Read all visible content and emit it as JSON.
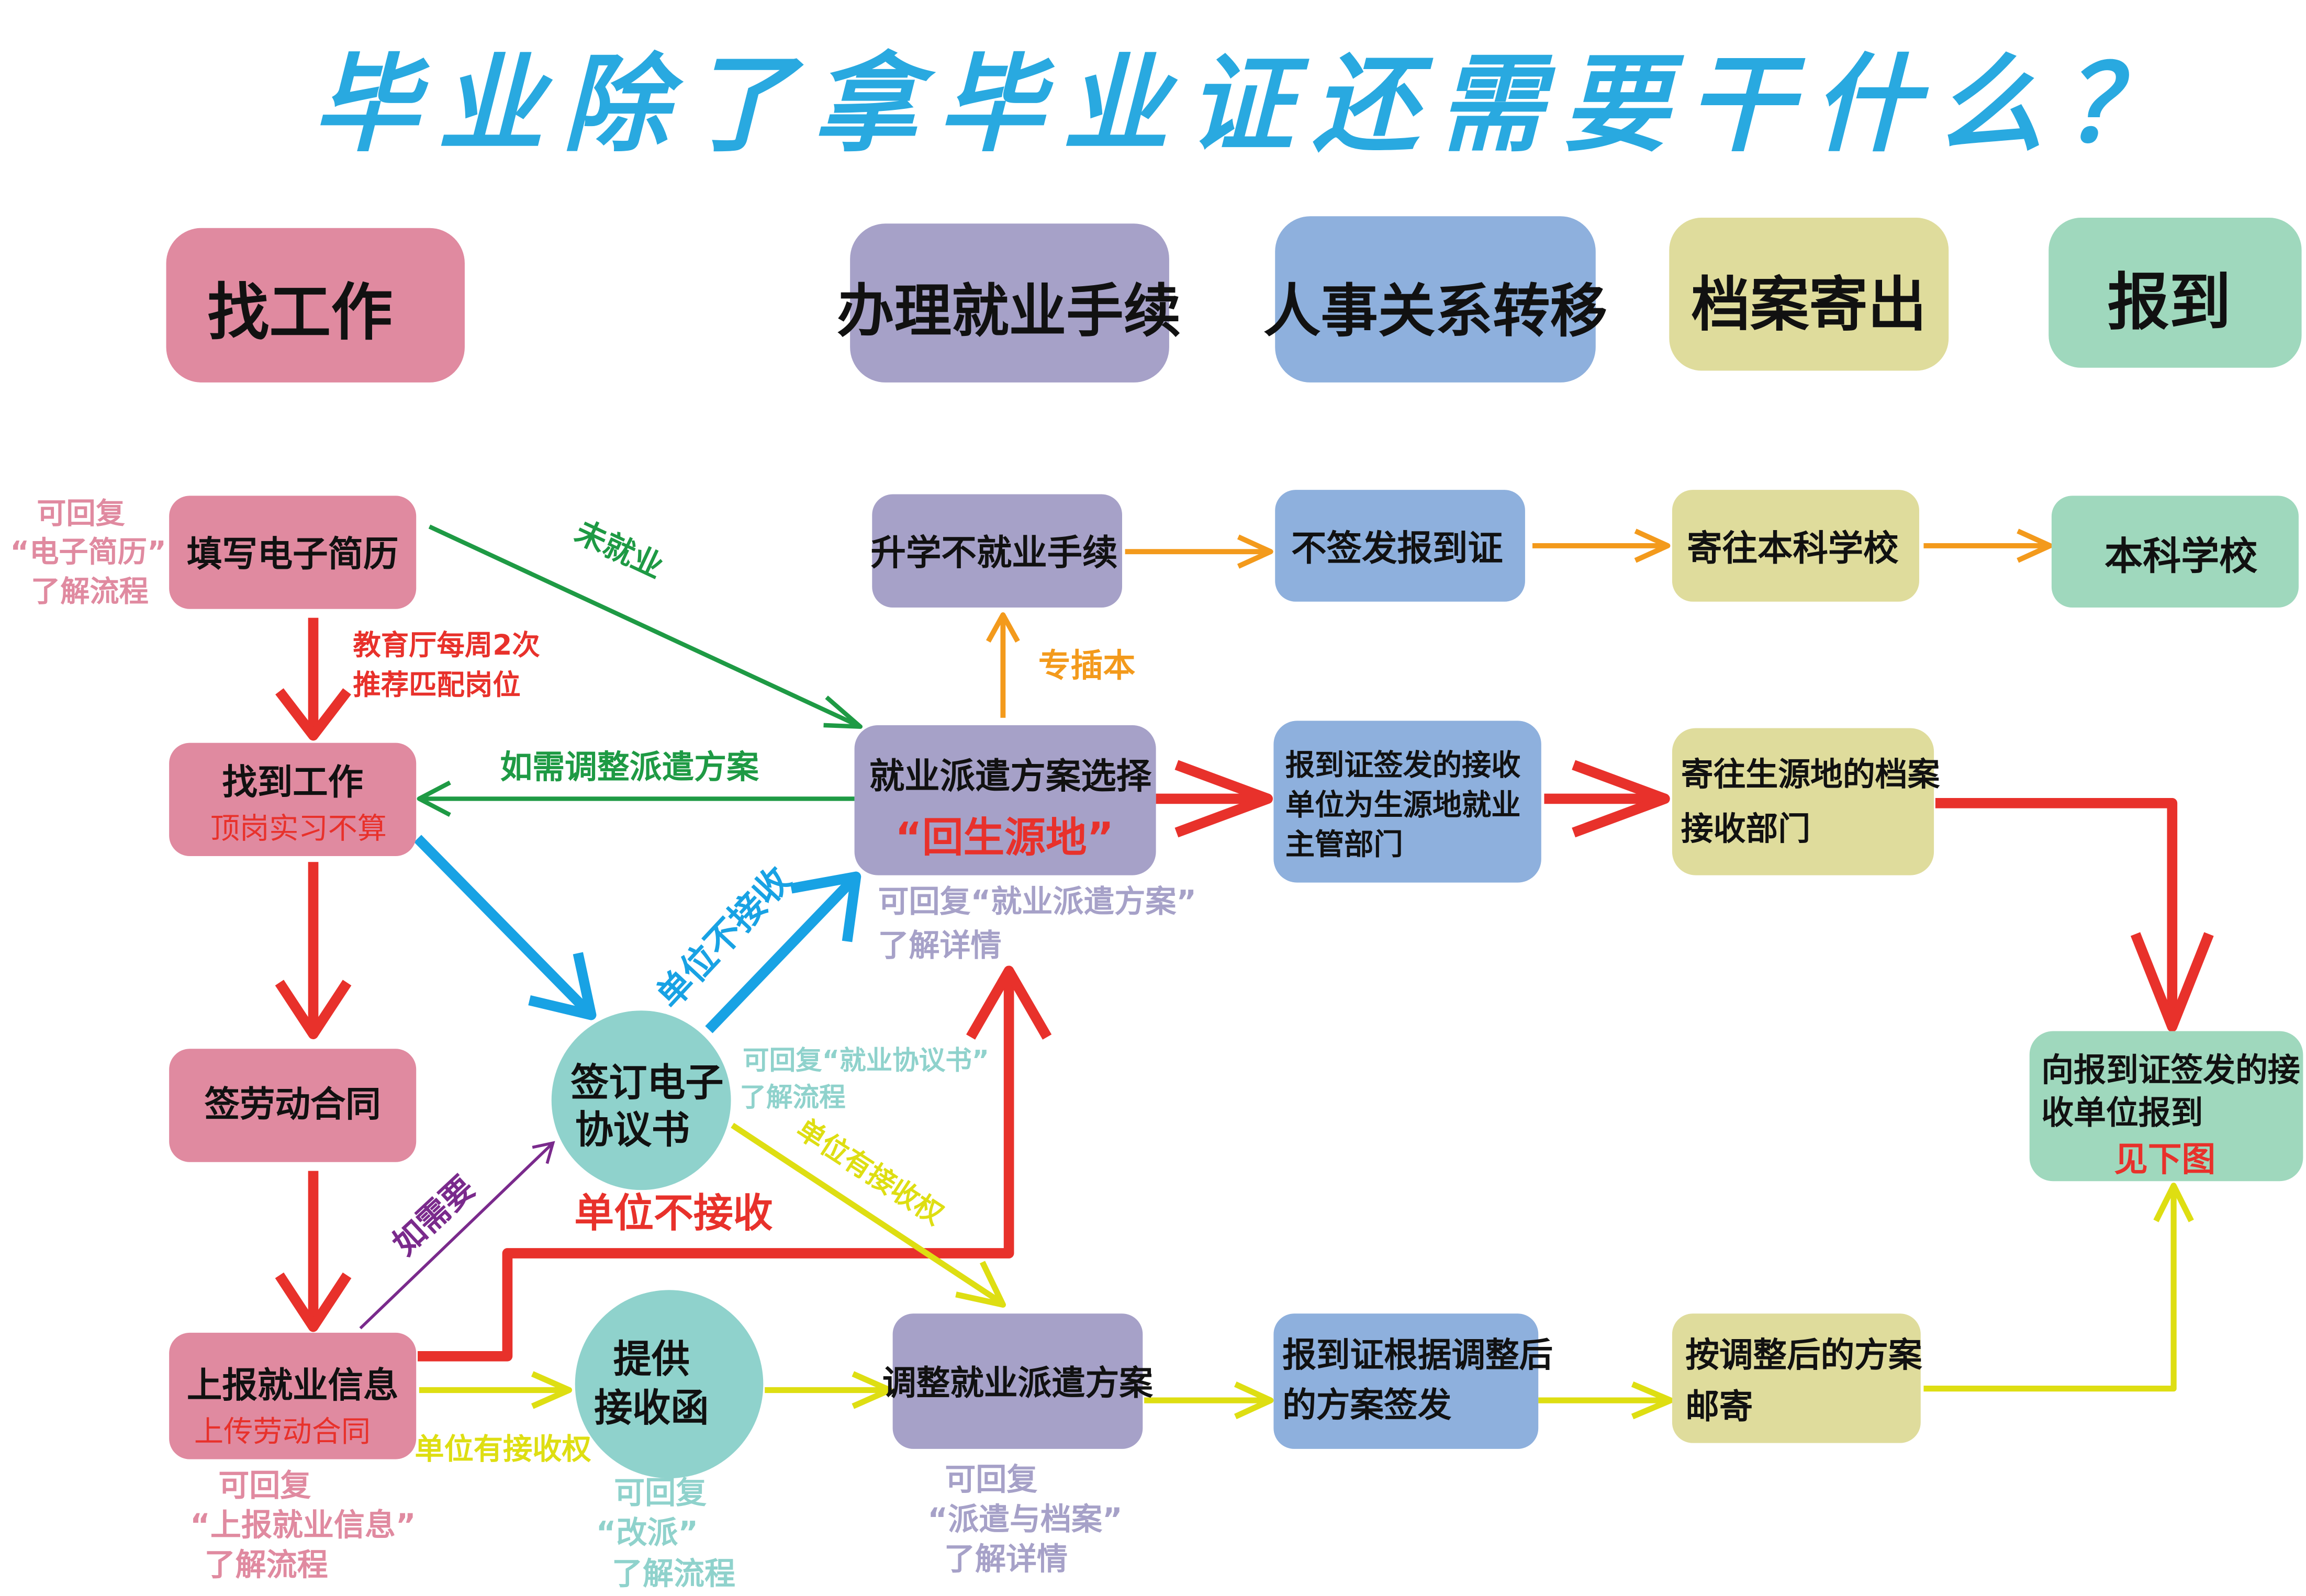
{
  "title": "毕业除了拿毕业证还需要干什么？",
  "colors": {
    "title": "#29a9e0",
    "pink": "#e08aa0",
    "lavender": "#a6a1c8",
    "blue": "#8eb0dd",
    "khaki": "#dfdc9c",
    "mint": "#9fd8bd",
    "teal_circle": "#8fd2cc",
    "red": "#e8312b",
    "green": "#1e9a44",
    "orange": "#f39a1c",
    "cyan": "#18a2e4",
    "yellow": "#dede12",
    "purple": "#7a2a8c"
  },
  "headers": {
    "find_job": "找工作",
    "procedures": "办理就业手续",
    "personnel": "人事关系转移",
    "archive": "档案寄出",
    "report": "报到"
  },
  "nodes": {
    "fill_resume": "填写电子简历",
    "found_job": "找到工作",
    "found_job_note": "顶岗实习不算",
    "labor_contract": "签劳动合同",
    "report_info": "上报就业信息",
    "report_info_note": "上传劳动合同",
    "sign_agreement_1": "签订电子",
    "sign_agreement_2": "协议书",
    "provide_letter_1": "提供",
    "provide_letter_2": "接收函",
    "dispatch_choice": "就业派遣方案选择",
    "hometown": "“回生源地”",
    "further_study": "升学不就业手续",
    "adjust_plan": "调整就业派遣方案",
    "no_report_cert": "不签发报到证",
    "cert_hometown_1": "报到证签发的接收",
    "cert_hometown_2": "单位为生源地就业",
    "cert_hometown_3": "主管部门",
    "cert_adjusted_1": "报到证根据调整后",
    "cert_adjusted_2": "的方案签发",
    "store_school": "寄往本科学校",
    "send_hometown_1": "寄往生源地的档案",
    "send_hometown_2": "接收部门",
    "mail_adjusted_1": "按调整后的方案",
    "mail_adjusted_2": "邮寄",
    "undergrad_school": "本科学校",
    "report_unit_1": "向报到证签发的接",
    "report_unit_2": "收单位报到",
    "see_below": "见下图"
  },
  "notes": {
    "resume_1": "可回复",
    "resume_2": "“电子简历”",
    "resume_3": "了解流程",
    "weekly_1": "教育厅每周2次",
    "weekly_2": "推荐匹配岗位",
    "dispatch_1": "可回复“就业派遣方案”",
    "dispatch_2": "了解详情",
    "agreement_1": "可回复“就业协议书”",
    "agreement_2": "了解流程",
    "report_1": "可回复",
    "report_2": "“上报就业信息”",
    "report_3": "了解流程",
    "reassign_1": "可回复",
    "reassign_2": "“改派”",
    "reassign_3": "了解流程",
    "archive_1": "可回复",
    "archive_2": "“派遣与档案”",
    "archive_3": "了解详情"
  },
  "arrow_labels": {
    "not_employed": "未就业",
    "adjust_if_needed": "如需调整派遣方案",
    "unit_not_accept_blue": "单位不接收",
    "unit_not_accept_red": "单位不接收",
    "unit_has_authority_diag": "单位有接收权",
    "unit_has_authority_bottom": "单位有接收权",
    "if_needed": "如需要",
    "upgrade": "专插本"
  }
}
